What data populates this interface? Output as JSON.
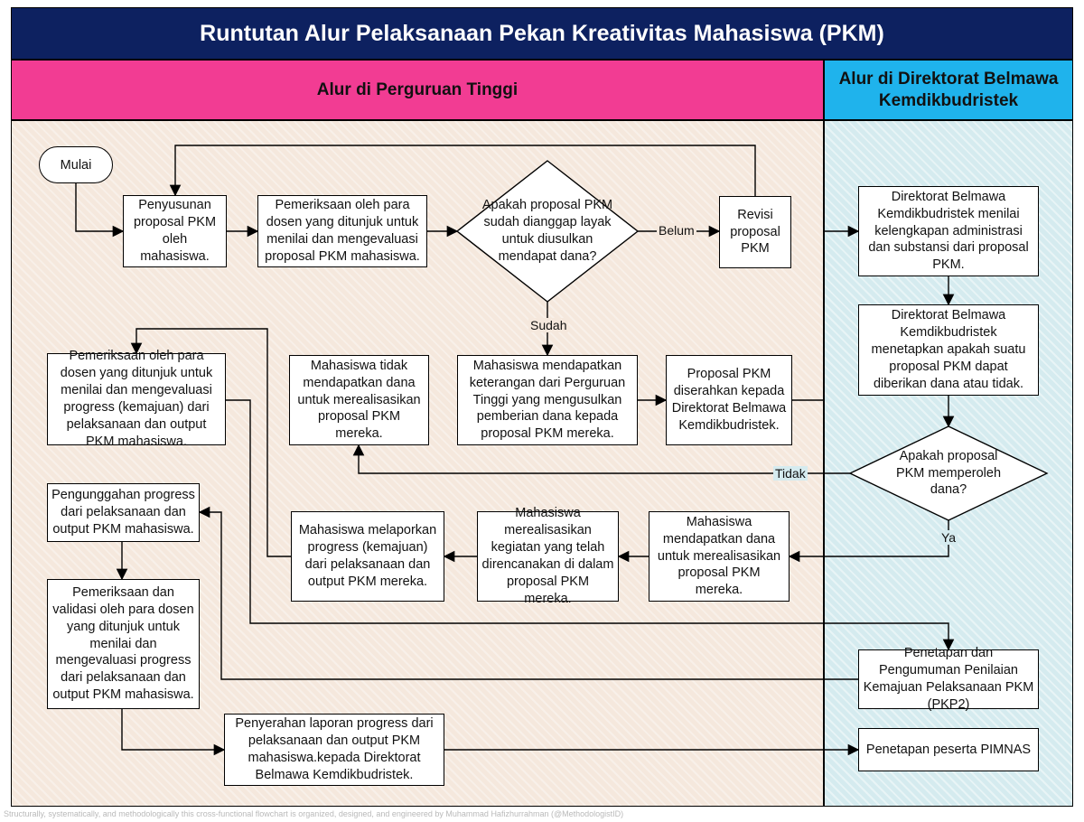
{
  "title": "Runtutan Alur Pelaksanaan Pekan Kreativitas Mahasiswa (PKM)",
  "lanes": {
    "left": "Alur di Perguruan Tinggi",
    "right": "Alur di Direktorat Belmawa Kemdikbudristek"
  },
  "nodes": {
    "start": "Mulai",
    "penyusunan": "Penyusunan proposal PKM oleh mahasiswa.",
    "pemeriksaan_dosen": "Pemeriksaan oleh para dosen yang ditunjuk untuk menilai dan mengevaluasi proposal PKM mahasiswa.",
    "decision_layak": "Apakah proposal PKM sudah dianggap layak untuk diusulkan mendapat dana?",
    "revisi": "Revisi proposal PKM",
    "mhs_keterangan": "Mahasiswa mendapatkan keterangan dari Perguruan Tinggi yang mengusulkan pemberian dana kepada proposal PKM mereka.",
    "proposal_diserahkan": "Proposal PKM diserahkan kepada Direktorat Belmawa Kemdikbudristek.",
    "mhs_tidak_dana": "Mahasiswa tidak mendapatkan dana untuk merealisasikan proposal PKM mereka.",
    "pemeriksaan_progress": "Pemeriksaan oleh para dosen yang ditunjuk untuk menilai dan mengevaluasi progress (kemajuan) dari pelaksanaan dan output PKM mahasiswa.",
    "belmawa_menilai": "Direktorat Belmawa Kemdikbudristek menilai kelengkapan administrasi dan substansi dari proposal PKM.",
    "belmawa_menetapkan": "Direktorat Belmawa Kemdikbudristek menetapkan apakah suatu proposal PKM dapat diberikan dana atau tidak.",
    "decision_dana": "Apakah proposal PKM memperoleh dana?",
    "mhs_dapat_dana": "Mahasiswa mendapatkan dana untuk merealisasikan proposal PKM mereka.",
    "mhs_merealisasikan": "Mahasiswa merealisasikan kegiatan yang telah direncanakan di dalam proposal PKM mereka.",
    "mhs_melaporkan": "Mahasiswa melaporkan progress (kemajuan) dari pelaksanaan dan output PKM mereka.",
    "pengunggahan": "Pengunggahan progress dari pelaksanaan dan output PKM mahasiswa.",
    "pemeriksaan_validasi": "Pemeriksaan dan validasi oleh para dosen yang ditunjuk untuk menilai dan mengevaluasi progress dari pelaksanaan dan output PKM mahasiswa.",
    "penyerahan_laporan": "Penyerahan laporan progress dari pelaksanaan dan output PKM mahasiswa.kepada Direktorat Belmawa Kemdikbudristek.",
    "penetapan_pkp2": "Penetapan dan Pengumuman Penilaian Kemajuan Pelaksanaan PKM (PKP2)",
    "penetapan_pimnas": "Penetapan peserta PIMNAS"
  },
  "edge_labels": {
    "belum": "Belum",
    "sudah": "Sudah",
    "tidak": "Tidak",
    "ya": "Ya"
  },
  "footer": "Structurally, systematically, and methodologically this cross-functional flowchart is organized, designed, and engineered by Muhammad Hafizhurrahman (@MethodologistID)",
  "colors": {
    "title_bg": "#0d2160",
    "left_lane_header": "#f23c93",
    "right_lane_header": "#1fb3ec",
    "left_lane_bg": "#f5e8dd",
    "right_lane_bg": "#d5ebef"
  }
}
